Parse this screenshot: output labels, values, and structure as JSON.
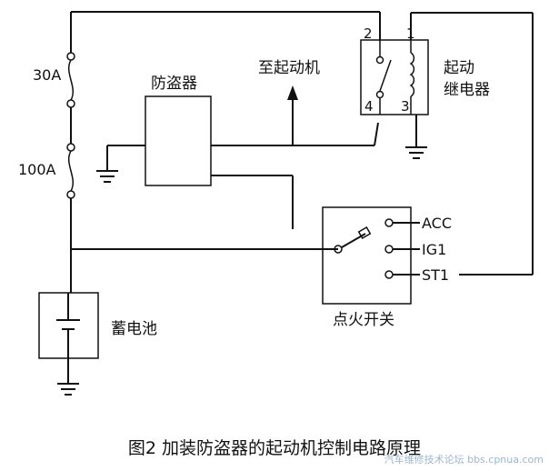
{
  "labels": {
    "fuse_30a": "30A",
    "fuse_100a": "100A",
    "antitheft": "防盗器",
    "to_starter": "至起动机",
    "relay_name_1": "起动",
    "relay_name_2": "继电器",
    "battery": "蓄电池",
    "ignition_switch": "点火开关",
    "terminal_acc": "ACC",
    "terminal_ig1": "IG1",
    "terminal_st1": "ST1",
    "pin_1": "1",
    "pin_2": "2",
    "pin_3": "3",
    "pin_4": "4"
  },
  "caption": "图2  加装防盗器的起动机控制电路原理",
  "watermark": "汽车维修技术论坛  bbs.cpnua.com"
}
